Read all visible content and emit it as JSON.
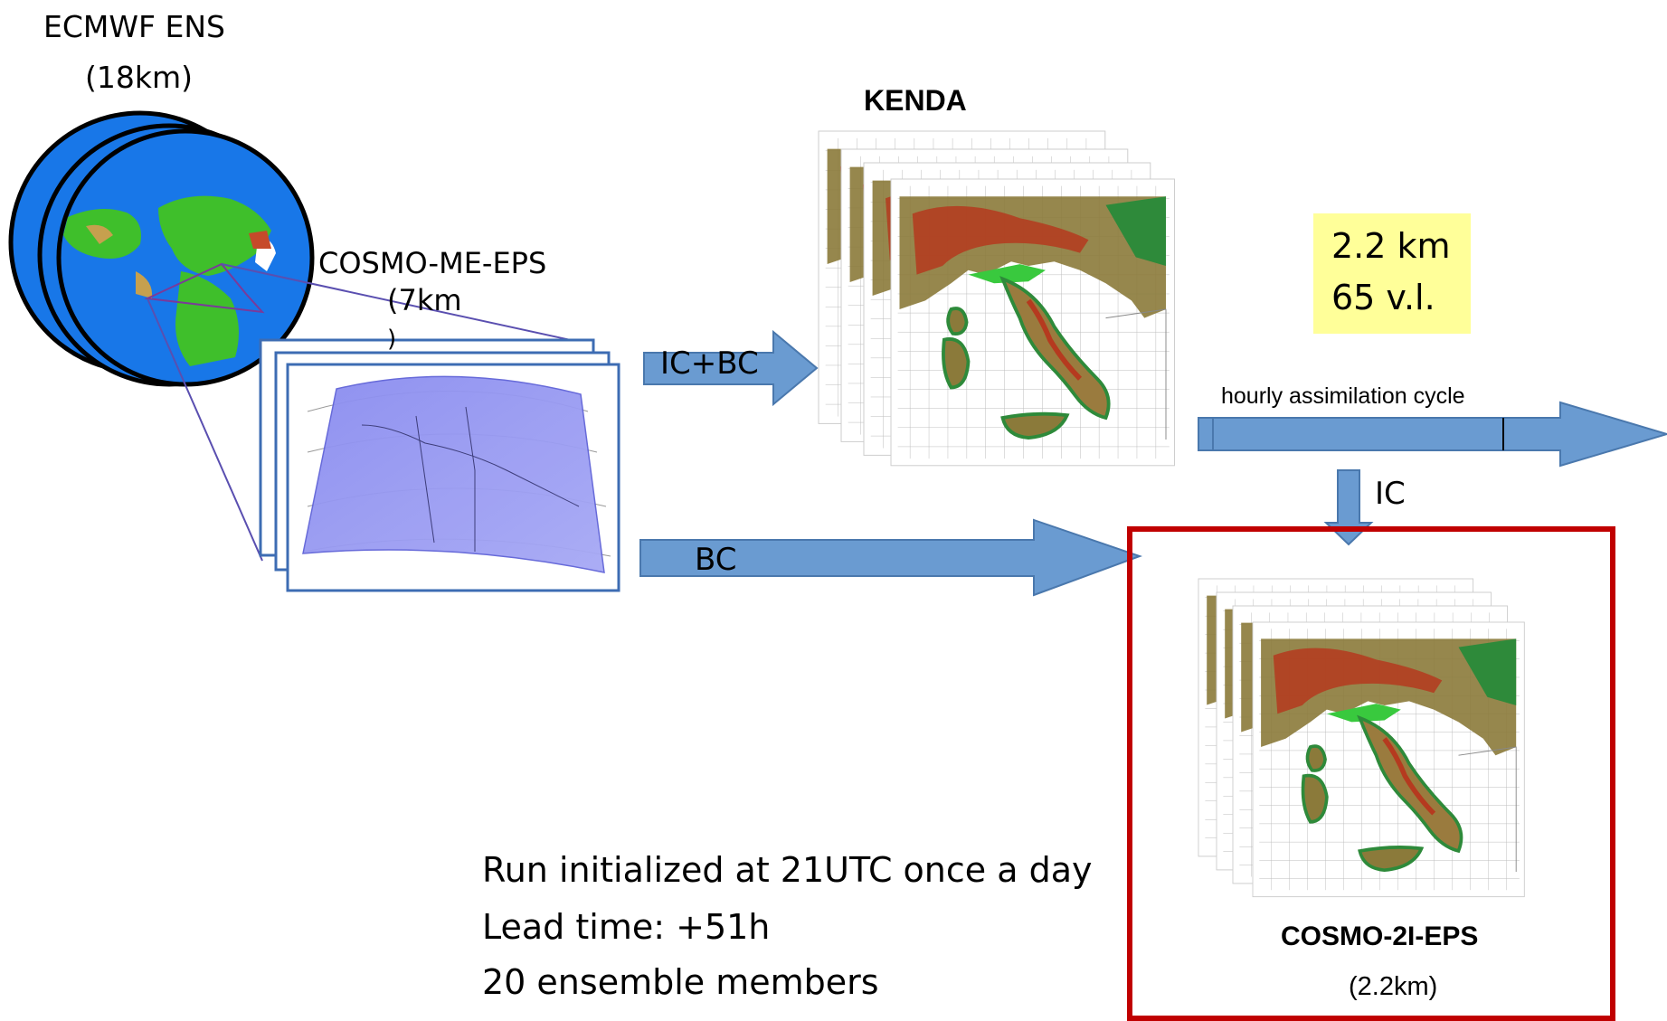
{
  "labels": {
    "ecmwf_title": "ECMWF ENS",
    "ecmwf_res": "(18km)",
    "cosmo_me_title": "COSMO-ME-EPS",
    "cosmo_me_res_a": "(7km",
    "cosmo_me_res_b": ")",
    "kenda_title": "KENDA",
    "icbc": "IC+BC",
    "bc": "BC",
    "ic": "IC",
    "assim_cycle": "hourly assimilation cycle",
    "res_km": "2.2 km",
    "vert_levels": "65 v.l.",
    "cosmo2i_title": "COSMO-2I-EPS",
    "cosmo2i_res": "(2.2km)"
  },
  "info": {
    "line1": "Run initialized at 21UTC once a day",
    "line2": "Lead time: +51h",
    "line3": "20 ensemble members"
  },
  "colors": {
    "arrow_fill": "#6a9bd1",
    "arrow_stroke": "#4a78ad",
    "globe_ocean": "#1877e8",
    "domain_purple": "#7b7fe8",
    "highlight_yellow": "#ffff99",
    "frame_red": "#c00000"
  }
}
